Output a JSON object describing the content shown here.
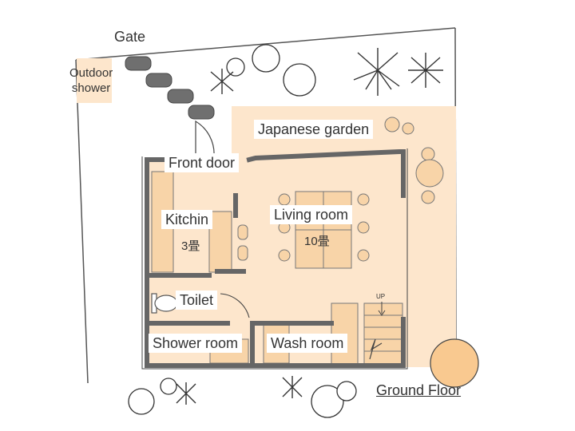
{
  "labels": {
    "gate": "Gate",
    "outdoor_shower_line1": "Outdoor",
    "outdoor_shower_line2": "shower",
    "japanese_garden": "Japanese garden",
    "front_door": "Front door",
    "kitchen": "Kitchin",
    "kitchen_size": "3畳",
    "living_room": "Living room",
    "living_size": "10畳",
    "toilet": "Toilet",
    "shower_room": "Shower room",
    "wash_room": "Wash room",
    "stair_up": "UP",
    "floor_name": "Ground Floor"
  },
  "colors": {
    "floor_fill": "#fde6cc",
    "tatami_fill": "#f8d4a8",
    "wall": "#666666",
    "stepping_stone": "#6f6f6f",
    "outline": "#444444",
    "tree_fill": "#f9c990"
  }
}
